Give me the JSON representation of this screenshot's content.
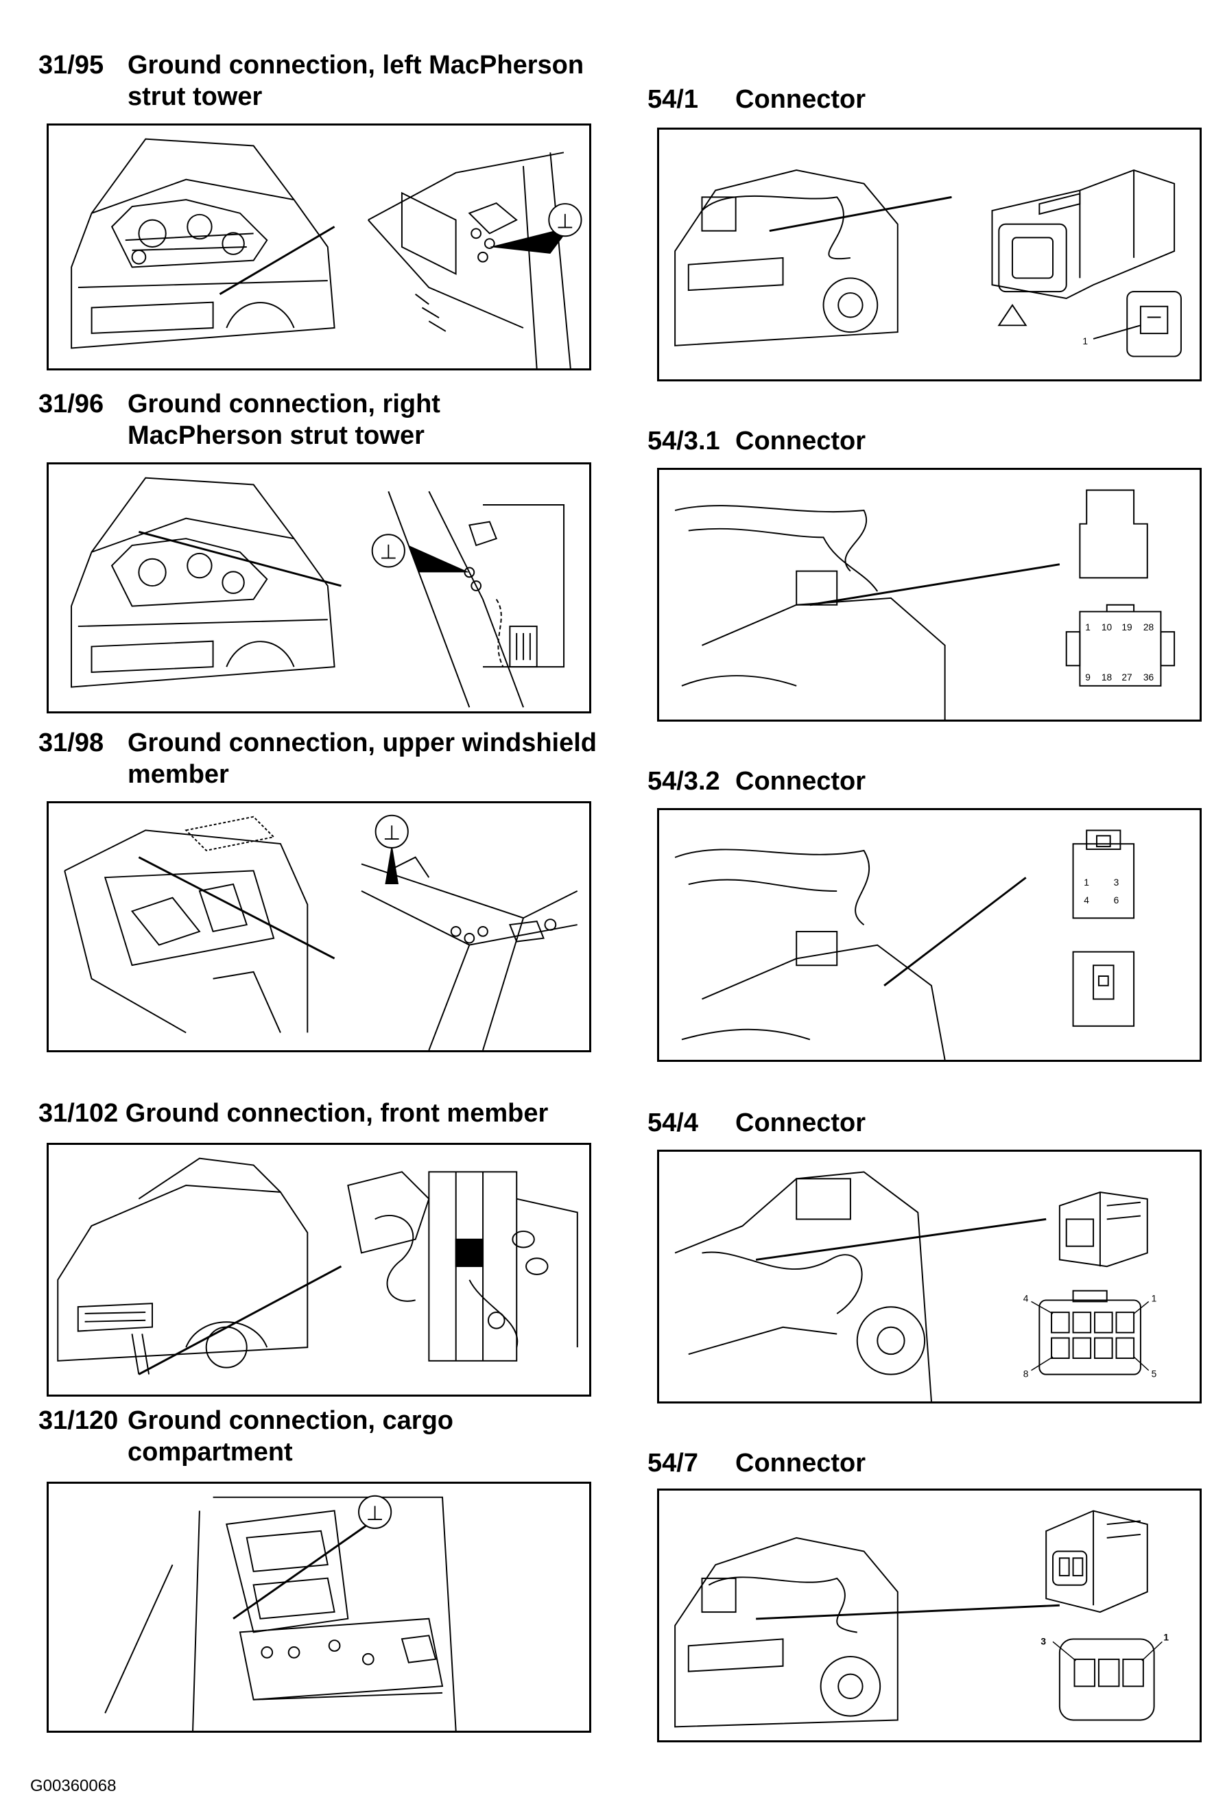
{
  "left_column": [
    {
      "code": "31/95",
      "title_lines": [
        "Ground connection, left MacPherson",
        "strut tower"
      ]
    },
    {
      "code": "31/96",
      "title_lines": [
        "Ground connection, right",
        "MacPherson strut tower"
      ]
    },
    {
      "code": "31/98",
      "title_lines": [
        "Ground connection, upper windshield",
        "member"
      ]
    },
    {
      "code": "31/102",
      "title_lines": [
        "Ground connection, front member"
      ]
    },
    {
      "code": "31/120",
      "title_lines": [
        "Ground connection, cargo",
        "compartment"
      ]
    }
  ],
  "right_column": [
    {
      "code": "54/1",
      "title": "Connector",
      "pins": [
        "1"
      ]
    },
    {
      "code": "54/3.1",
      "title": "Connector",
      "pins": [
        "1",
        "10",
        "19",
        "28",
        "9",
        "18",
        "27",
        "36"
      ]
    },
    {
      "code": "54/3.2",
      "title": "Connector",
      "pins": [
        "1",
        "3",
        "4",
        "6"
      ]
    },
    {
      "code": "54/4",
      "title": "Connector",
      "pins": [
        "4",
        "1",
        "8",
        "5"
      ]
    },
    {
      "code": "54/7",
      "title": "Connector",
      "pins": [
        "3",
        "1"
      ]
    }
  ],
  "ground_symbol": "⊥",
  "figure_code": "G00360068"
}
